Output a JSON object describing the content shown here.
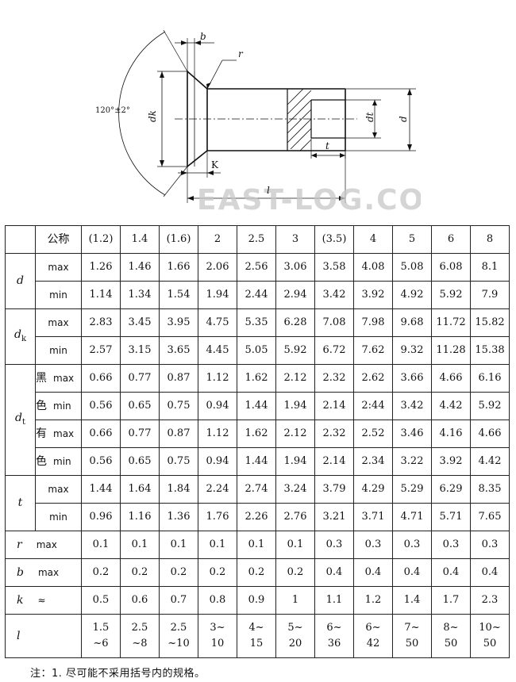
{
  "drawing": {
    "labels": {
      "b": "b",
      "r": "r",
      "angle": "120°±2°",
      "dk": "dk",
      "dt": "dt",
      "d": "d",
      "t": "t",
      "K": "K",
      "l": "l"
    },
    "watermark": "EAST-LOG.COM"
  },
  "table": {
    "header": {
      "label": "公称",
      "sizes": [
        "(1.2)",
        "1.4",
        "(1.6)",
        "2",
        "2.5",
        "3",
        "(3.5)",
        "4",
        "5",
        "6",
        "8"
      ]
    },
    "rows": {
      "d": {
        "symbol": "d",
        "max": [
          "1.26",
          "1.46",
          "1.66",
          "2.06",
          "2.56",
          "3.06",
          "3.58",
          "4.08",
          "5.08",
          "6.08",
          "8.1"
        ],
        "min": [
          "1.14",
          "1.34",
          "1.54",
          "1.94",
          "2.44",
          "2.94",
          "3.42",
          "3.92",
          "4.92",
          "5.92",
          "7.9"
        ]
      },
      "dk": {
        "symbol": "d",
        "sub": "k",
        "max": [
          "2.83",
          "3.45",
          "3.95",
          "4.75",
          "5.35",
          "6.28",
          "7.08",
          "7.98",
          "9.68",
          "11.72",
          "15.82"
        ],
        "min": [
          "2.57",
          "3.15",
          "3.65",
          "4.45",
          "5.05",
          "5.92",
          "6.72",
          "7.62",
          "9.32",
          "11.28",
          "15.38"
        ]
      },
      "dt": {
        "symbol": "d",
        "sub": "t",
        "black": {
          "c1": "黑",
          "c2": "色",
          "max": [
            "0.66",
            "0.77",
            "0.87",
            "1.12",
            "1.62",
            "2.12",
            "2.32",
            "2.62",
            "3.66",
            "4.66",
            "6.16"
          ],
          "min": [
            "0.56",
            "0.65",
            "0.75",
            "0.94",
            "1.44",
            "1.94",
            "2.14",
            "2:44",
            "3.42",
            "4.42",
            "5.92"
          ]
        },
        "colored": {
          "c1": "有",
          "c2": "色",
          "max": [
            "0.66",
            "0.77",
            "0.87",
            "1.12",
            "1.62",
            "2.12",
            "2.32",
            "2.52",
            "3.46",
            "4.16",
            "4.66"
          ],
          "min": [
            "0.56",
            "0.65",
            "0.75",
            "0.94",
            "1.44",
            "1.94",
            "2.14",
            "2.34",
            "3.22",
            "3.92",
            "4.42"
          ]
        }
      },
      "t": {
        "symbol": "t",
        "max": [
          "1.44",
          "1.64",
          "1.84",
          "2.24",
          "2.74",
          "3.24",
          "3.79",
          "4.29",
          "5.29",
          "6.29",
          "8.35"
        ],
        "min": [
          "0.96",
          "1.16",
          "1.36",
          "1.76",
          "2.26",
          "2.76",
          "3.21",
          "3.71",
          "4.71",
          "5.71",
          "7.65"
        ]
      },
      "r": {
        "symbol": "r",
        "qual": "max",
        "values": [
          "0.1",
          "0.1",
          "0.1",
          "0.1",
          "0.1",
          "0.1",
          "0.3",
          "0.3",
          "0.3",
          "0.3",
          "0.3"
        ]
      },
      "b": {
        "symbol": "b",
        "qual": "max",
        "values": [
          "0.2",
          "0.2",
          "0.2",
          "0.2",
          "0.2",
          "0.2",
          "0.4",
          "0.4",
          "0.4",
          "0.4",
          "0.4"
        ]
      },
      "k": {
        "symbol": "k",
        "qual": "≈",
        "values": [
          "0.5",
          "0.6",
          "0.7",
          "0.8",
          "0.9",
          "1",
          "1.1",
          "1.2",
          "1.4",
          "1.7",
          "2.3"
        ]
      },
      "l": {
        "symbol": "l",
        "from": [
          "1.5",
          "2.5",
          "2.5",
          "3~",
          "4~",
          "5~",
          "6~",
          "6~",
          "7~",
          "8~",
          "10~"
        ],
        "to": [
          "~6",
          "~8",
          "~10",
          "10",
          "15",
          "20",
          "36",
          "42",
          "50",
          "50",
          "50"
        ]
      }
    },
    "labels": {
      "max": "max",
      "min": "min"
    }
  },
  "note": "注：1. 尽可能不采用括号内的规格。"
}
